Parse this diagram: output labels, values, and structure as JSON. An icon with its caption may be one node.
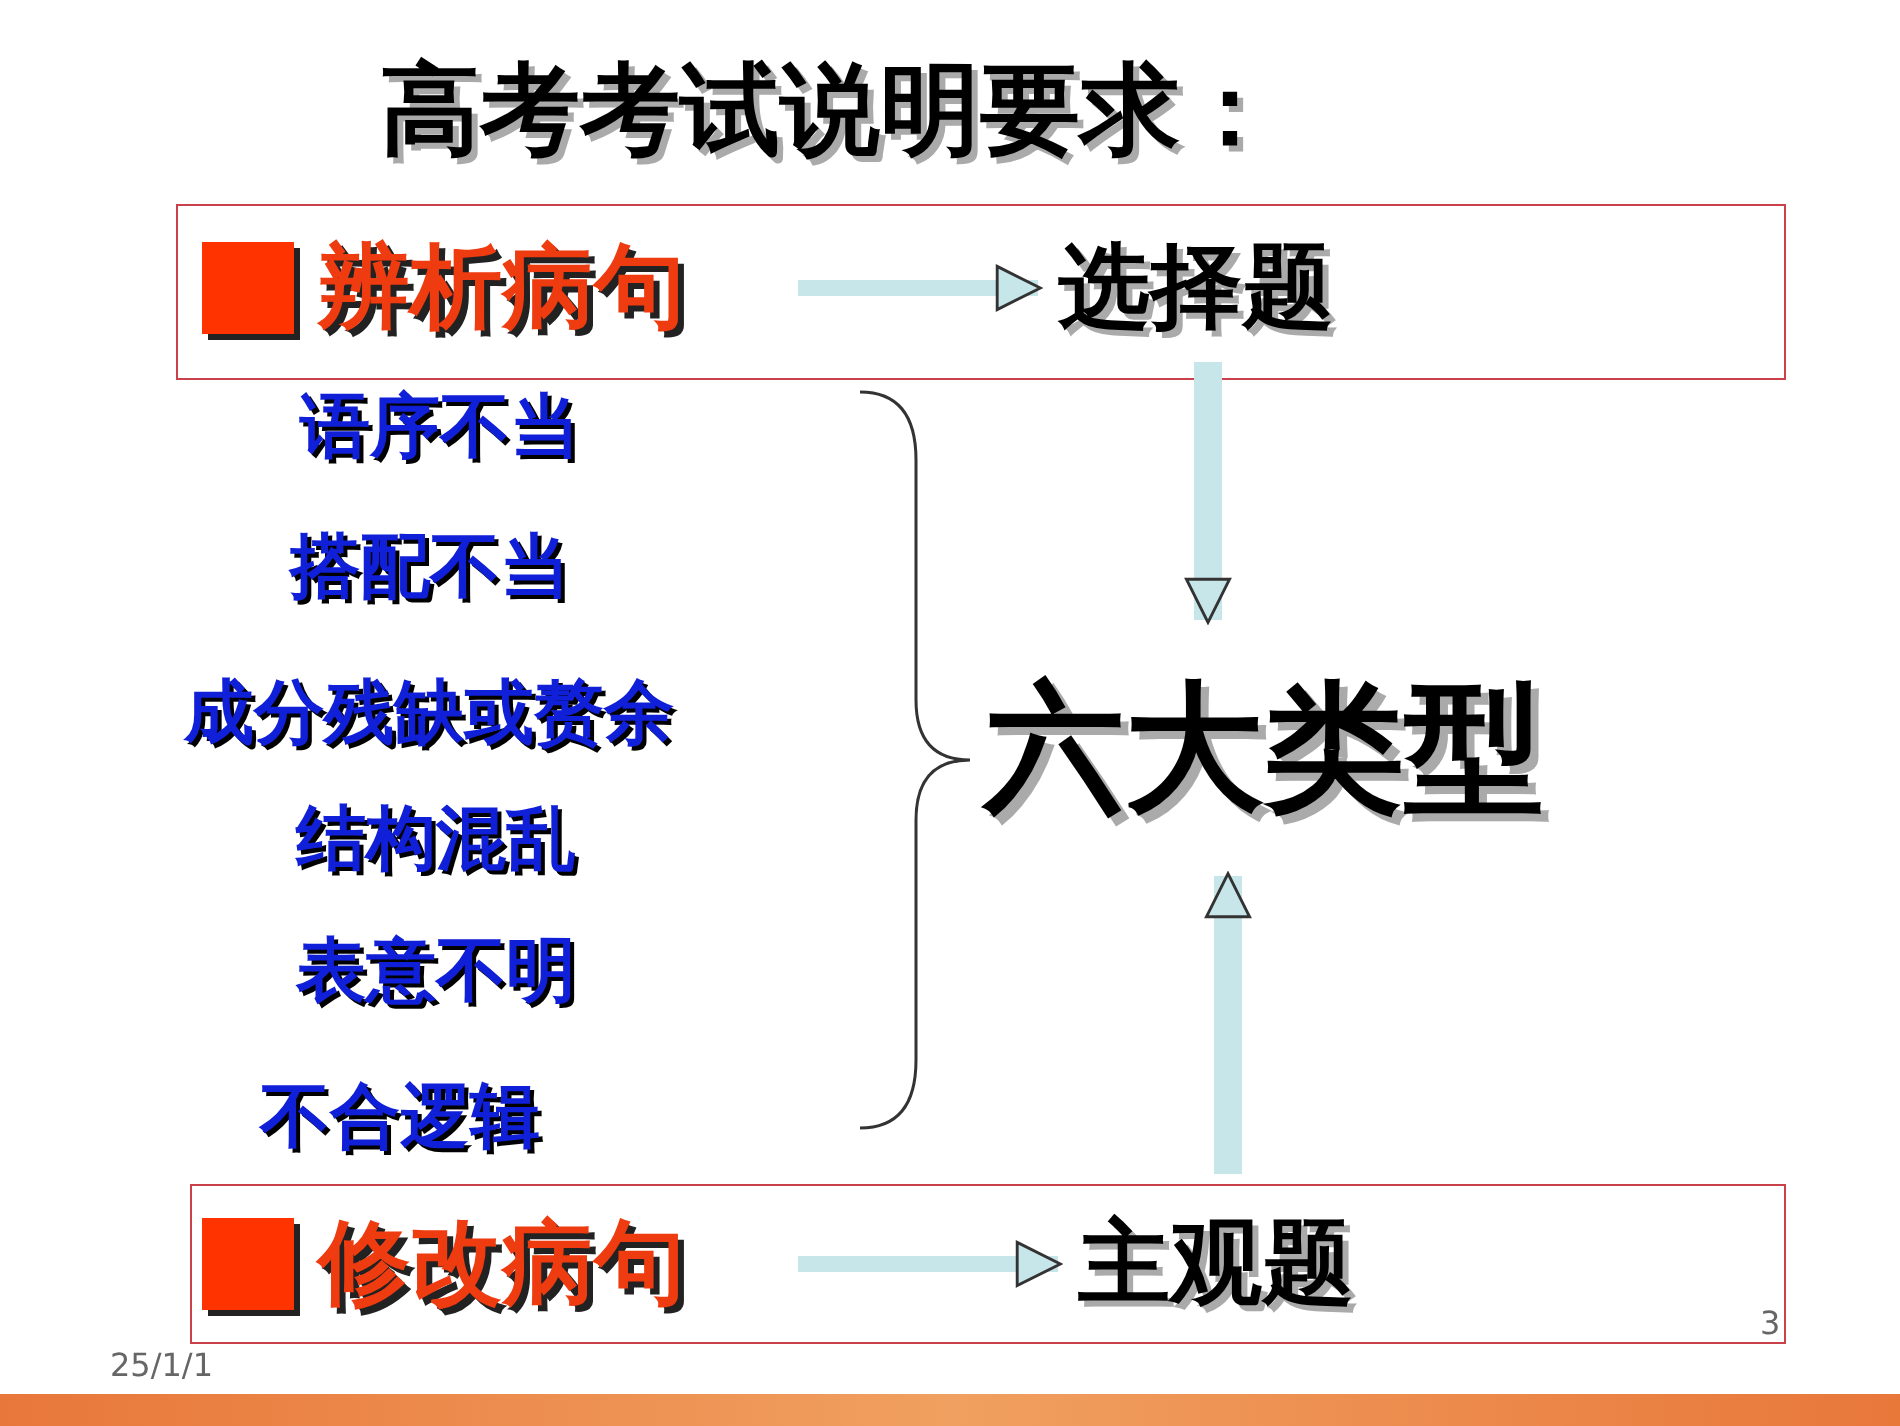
{
  "diagram": {
    "title": "高考考试说明要求：",
    "nodes": [
      {
        "text": [],
        "shape": "box"
      },
      {
        "text": [
          "辨析病句"
        ],
        "in": 0
      },
      {
        "text": [
          "选择题"
        ],
        "in": 0
      },
      {
        "text": [
          "六大类型"
        ]
      },
      {
        "text": [],
        "shape": "box"
      },
      {
        "text": [
          "修改病句"
        ],
        "in": 4
      },
      {
        "text": [
          "主观题"
        ],
        "in": 4
      }
    ],
    "edges": [
      {
        "from": 1,
        "to": 2,
        "arrow": "to"
      },
      {
        "from": 2,
        "to": 3,
        "arrow": "to"
      },
      {
        "from": 6,
        "to": 3,
        "arrow": "to"
      },
      {
        "from": 5,
        "to": 6,
        "arrow": "to"
      }
    ],
    "labels": [
      "语序不当",
      "搭配不当",
      "成分残缺或赘余",
      "结构混乱",
      "表意不明",
      "不合逻辑",
      "25/1/1",
      "3"
    ]
  }
}
